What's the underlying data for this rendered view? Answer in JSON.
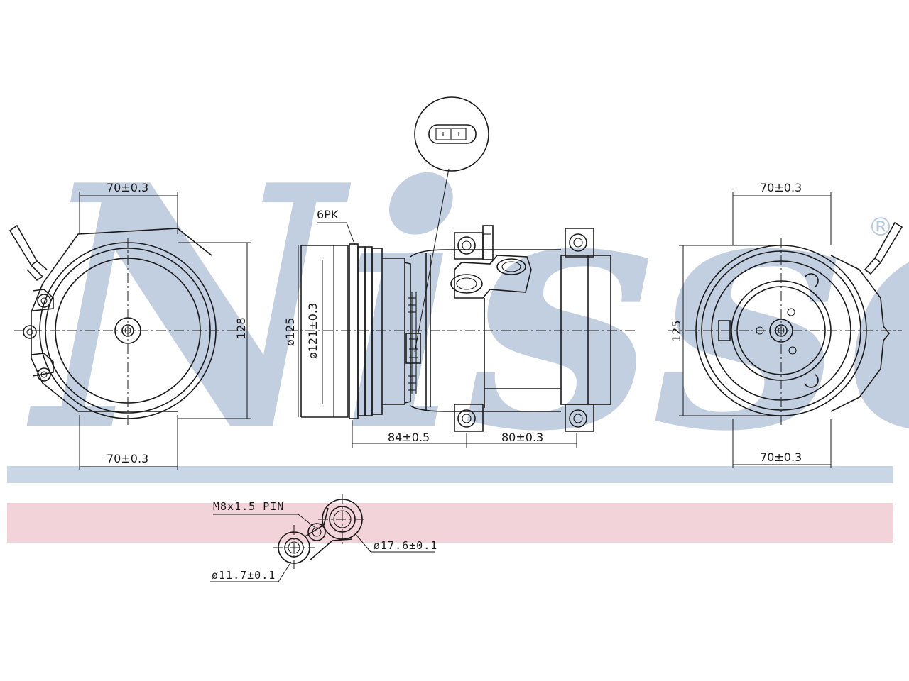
{
  "watermark": {
    "text": "Nissens",
    "registered_mark": "®",
    "color": "#b7c7dc"
  },
  "bands": {
    "blue": "#c9d6e6",
    "pink": "#f3d3da"
  },
  "labels": {
    "left_top_width": "70±0.3",
    "left_bottom_width": "70±0.3",
    "left_height": "128",
    "belt": "6PK",
    "pulley_outer_dia": "ø125",
    "pulley_inner_dia": "ø121±0.3",
    "length_front": "84±0.5",
    "length_rear": "80±0.3",
    "right_top_width": "70±0.3",
    "right_bottom_width": "70±0.3",
    "right_height": "125",
    "pin": "M8x1.5  PIN",
    "port_large_dia": "ø17.6±0.1",
    "port_small_dia": "ø11.7±0.1"
  }
}
